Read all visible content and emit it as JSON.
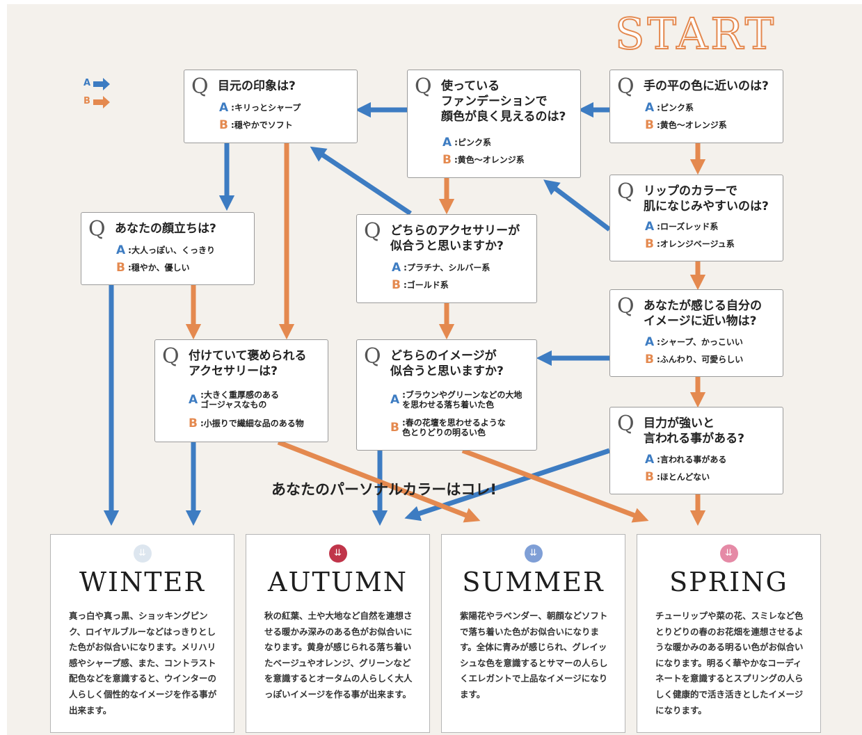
{
  "title": "START",
  "legend": {
    "a": "A",
    "b": "B"
  },
  "result_heading": "あなたのパーソナルカラーはコレ!",
  "questions": {
    "q1": {
      "question": "手の平の色に近いのは?",
      "a": "ピンク系",
      "b": "黄色〜オレンジ系"
    },
    "q2": {
      "question": "使っている\nファンデーションで\n顔色が良く見えるのは?",
      "a": "ピンク系",
      "b": "黄色〜オレンジ系"
    },
    "q3": {
      "question": "目元の印象は?",
      "a": "キリっとシャープ",
      "b": "穏やかでソフト"
    },
    "q4": {
      "question": "リップのカラーで\n肌になじみやすいのは?",
      "a": "ローズレッド系",
      "b": "オレンジベージュ系"
    },
    "q5": {
      "question": "どちらのアクセサリーが\n似合うと思いますか?",
      "a": "プラチナ、シルバー系",
      "b": "ゴールド系"
    },
    "q6": {
      "question": "あなたの顔立ちは?",
      "a": "大人っぽい、くっきり",
      "b": "穏やか、優しい"
    },
    "q7": {
      "question": "あなたが感じる自分の\nイメージに近い物は?",
      "a": "シャープ、かっこいい",
      "b": "ふんわり、可愛らしい"
    },
    "q8": {
      "question": "付けていて褒められる\nアクセサリーは?",
      "a": "大きく重厚感のある\nゴージャスなもの",
      "b": "小振りで繊細な品のある物"
    },
    "q9": {
      "question": "どちらのイメージが\n似合うと思いますか?",
      "a": "ブラウンやグリーンなどの大地\nを思わせる落ち着いた色",
      "b": "春の花壇を思わせるような\n色とりどりの明るい色"
    },
    "q10": {
      "question": "目力が強いと\n言われる事がある?",
      "a": "言われる事がある",
      "b": "ほとんどない"
    }
  },
  "results": [
    {
      "name": "WINTER",
      "badge_color": "#dde6ef",
      "text": "真っ白や真っ黒、ショッキングピンク、ロイヤルブルーなどはっきりとした色がお似合いになります。メリハリ感やシャープ感、また、コントラスト配色などを意識すると、ウインターの人らしく個性的なイメージを作る事が出来ます。"
    },
    {
      "name": "AUTUMN",
      "badge_color": "#c0354a",
      "text": "秋の紅葉、土や大地など自然を連想させる暖かみ深みのある色がお似合いになります。黄身が感じられる落ち着いたベージュやオレンジ、グリーンなどを意識するとオータムの人らしく大人っぽいイメージを作る事が出来ます。"
    },
    {
      "name": "SUMMER",
      "badge_color": "#7f9fd6",
      "text": "紫陽花やラベンダー、朝顔などソフトで落ち着いた色がお似合いになります。全体に青みが感じられ、グレイッシュな色を意識するとサマーの人らしくエレガントで上品なイメージになります。"
    },
    {
      "name": "SPRING",
      "badge_color": "#e58aa6",
      "text": "チューリップや菜の花、スミレなど色とりどりの春のお花畑を連想させるような暖かみのある明るい色がお似合いになります。明るく華やかなコーディネートを意識するとスプリングの人らしく健康的で活き活きとしたイメージになります。"
    }
  ],
  "colors": {
    "a": "#3d7cc2",
    "b": "#e4894f",
    "background": "#f4f1ec"
  },
  "icons": {
    "question": "Q",
    "badge": "chevron-double-down-icon"
  }
}
